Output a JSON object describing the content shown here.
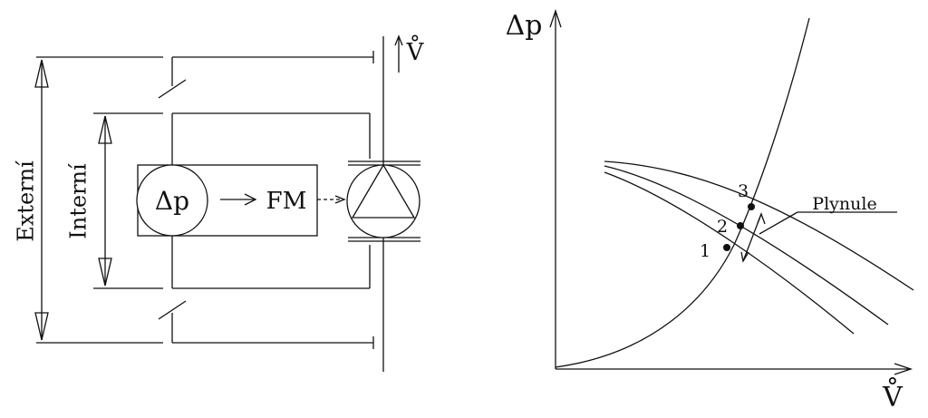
{
  "left_diagram": {
    "external_label": "Externí",
    "internal_label": "Interní",
    "delta_p_label": "Δp",
    "arrow_label": "FM",
    "flow_label": "V̊"
  },
  "right_chart": {
    "y_axis_label": "Δp",
    "x_axis_label": "V̊",
    "annotation_label": "Plynule",
    "points": [
      "1",
      "2",
      "3"
    ]
  },
  "colors": {
    "line": "#111111",
    "background": "#ffffff"
  }
}
